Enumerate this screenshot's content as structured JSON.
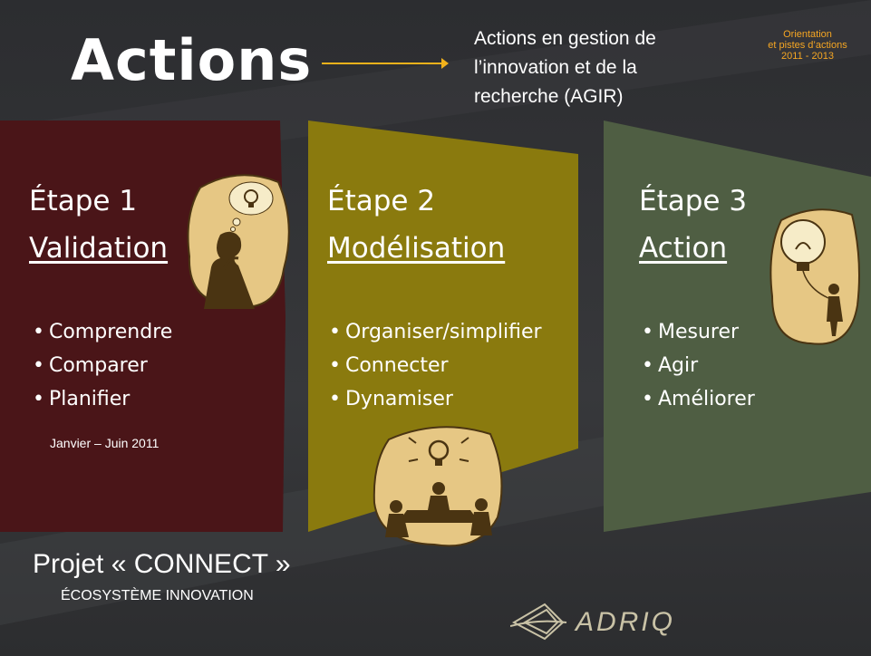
{
  "title": "Actions",
  "subtitle": "Actions en gestion de l’innovation et de la recherche (AGIR)",
  "orientation": {
    "line1": "Orientation",
    "line2": "et pistes d’actions",
    "line3": "2011 - 2013"
  },
  "steps": [
    {
      "label": "Étape 1",
      "name": "Validation",
      "bullets": [
        "Comprendre",
        "Comparer",
        "Planifier"
      ],
      "color": "#4a1518",
      "date": "Janvier – Juin 2011"
    },
    {
      "label": "Étape 2",
      "name": "Modélisation",
      "bullets": [
        "Organiser/simplifier",
        "Connecter",
        "Dynamiser"
      ],
      "color": "#8a7a0e"
    },
    {
      "label": "Étape 3",
      "name": "Action",
      "bullets": [
        "Mesurer",
        "Agir",
        "Améliorer"
      ],
      "color": "#4f5e43"
    }
  ],
  "footer": {
    "project": "Projet « CONNECT »",
    "ecosystem": "ÉCOSYSTÈME INNOVATION"
  },
  "logo": {
    "text": "ADRIQ",
    "color": "#c9c2a6"
  },
  "colors": {
    "arrow": "#f2b21b",
    "clipart_bg": "#e6c784",
    "clipart_line": "#4a3412"
  }
}
